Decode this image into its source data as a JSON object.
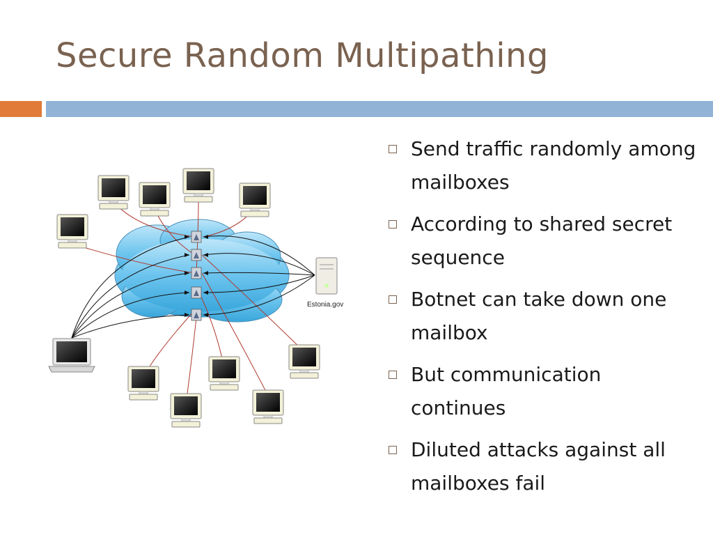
{
  "slide": {
    "title": "Secure Random Multipathing",
    "accent_color": "#e07b39",
    "bar_color": "#90b3d6",
    "title_color": "#7a6250"
  },
  "bullets": [
    "Send traffic randomly among mailboxes",
    "According to shared secret sequence",
    "Botnet can take down one mailbox",
    "But communication continues",
    "Diluted attacks against all mailboxes fail"
  ],
  "diagram": {
    "server_label": "Estonia.gov",
    "cloud_color": "#6cc4ee",
    "attack_line_color": "#b03a2e",
    "traffic_line_color": "#111111"
  }
}
